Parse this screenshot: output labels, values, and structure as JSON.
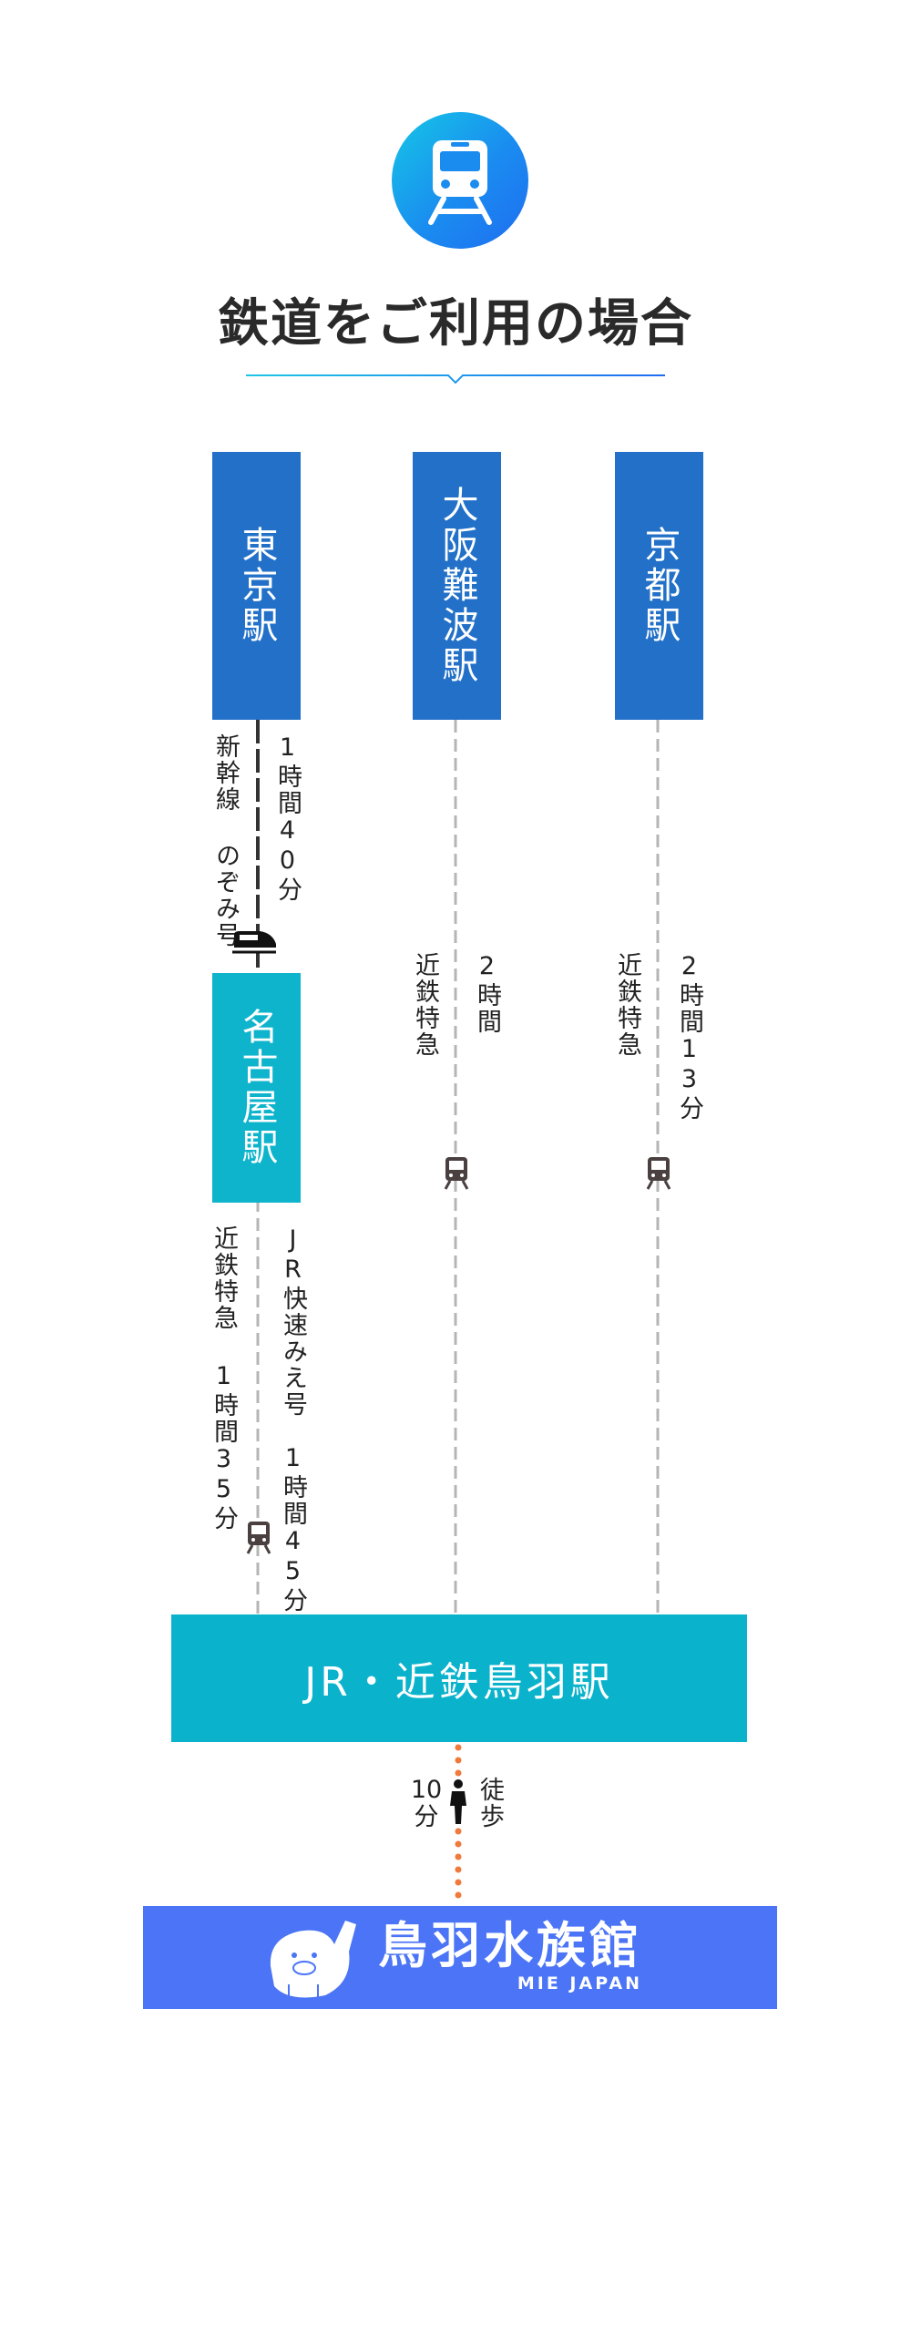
{
  "header": {
    "icon": "train-icon",
    "title": "鉄道をご利用の場合",
    "accent_colors": [
      "#1ec4e6",
      "#1f6df0"
    ]
  },
  "stations": {
    "tokyo": "東京駅",
    "osaka": "大阪難波駅",
    "kyoto": "京都駅",
    "nagoya": "名古屋駅"
  },
  "routes": {
    "tokyo_nagoya": {
      "line": "新幹線 のぞみ号",
      "time": "1時間40分",
      "icon": "shinkansen-icon"
    },
    "osaka_toba": {
      "line": "近鉄特急",
      "time": "2時間",
      "icon": "train-icon"
    },
    "kyoto_toba": {
      "line": "近鉄特急",
      "time": "2時間13分",
      "icon": "train-icon"
    },
    "nagoya_toba_kintetsu": {
      "line": "近鉄特急",
      "time": "1時間35分"
    },
    "nagoya_toba_jr": {
      "line": "JR快速みえ号",
      "time": "1時間45分",
      "icon": "train-icon"
    }
  },
  "hub": {
    "label": "JR・近鉄鳥羽駅",
    "color": "#0ab3cb"
  },
  "walk": {
    "time": "10分",
    "mode": "徒歩",
    "icon": "walking-person-icon",
    "line_color": "#f07a3c"
  },
  "destination": {
    "name": "鳥羽水族館",
    "subtitle": "MIE JAPAN",
    "mascot": "dugong-mascot-icon",
    "color": "#4b74f6"
  },
  "colors": {
    "station": "#2270c8",
    "station_alt": "#0db4cc",
    "track": "#9a9a9a"
  }
}
